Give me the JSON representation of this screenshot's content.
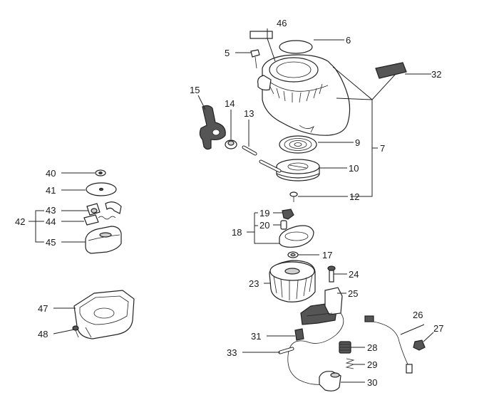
{
  "callouts": {
    "c5": "5",
    "c6": "6",
    "c7": "7",
    "c9": "9",
    "c10": "10",
    "c12": "12",
    "c13": "13",
    "c14": "14",
    "c15": "15",
    "c17": "17",
    "c18": "18",
    "c19": "19",
    "c20": "20",
    "c23": "23",
    "c24": "24",
    "c25": "25",
    "c26": "26",
    "c27": "27",
    "c28": "28",
    "c29": "29",
    "c30": "30",
    "c31": "31",
    "c32": "32",
    "c33": "33",
    "c40": "40",
    "c41": "41",
    "c42": "42",
    "c43": "43",
    "c44": "44",
    "c45": "45",
    "c46": "46",
    "c47": "47",
    "c48": "48"
  }
}
